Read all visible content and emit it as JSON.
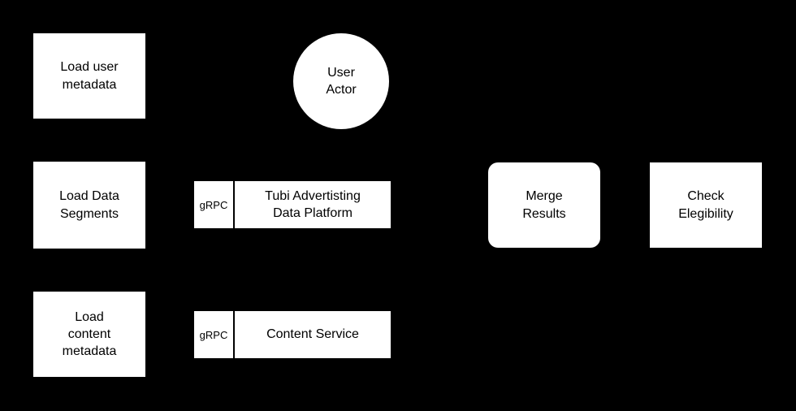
{
  "diagram": {
    "colors": {
      "background": "#000000",
      "node_fill": "#ffffff",
      "node_text": "#000000"
    },
    "nodes": [
      {
        "id": "load-user-metadata",
        "shape": "rectangle",
        "label": "Load user\nmetadata"
      },
      {
        "id": "user-actor",
        "shape": "circle",
        "label": "User\nActor"
      },
      {
        "id": "load-data-segments",
        "shape": "rectangle",
        "label": "Load Data\nSegments"
      },
      {
        "id": "tubi-advertisting-data-platform",
        "shape": "compartment-rectangle",
        "badge": "gRPC",
        "label": "Tubi Advertisting\nData Platform"
      },
      {
        "id": "load-content-metadata",
        "shape": "rectangle",
        "label": "Load\ncontent\nmetadata"
      },
      {
        "id": "content-service",
        "shape": "compartment-rectangle",
        "badge": "gRPC",
        "label": "Content Service"
      },
      {
        "id": "merge-results",
        "shape": "rounded-rectangle",
        "label": "Merge\nResults"
      },
      {
        "id": "check-elegibility",
        "shape": "rectangle",
        "label": "Check\nElegibility"
      }
    ]
  }
}
